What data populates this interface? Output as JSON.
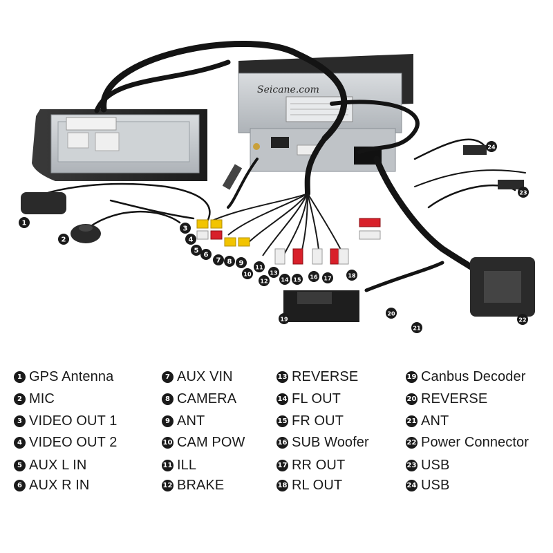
{
  "brand": {
    "watermark": "Seicane.com"
  },
  "colors": {
    "cable": "#141414",
    "unit_silver": "#c4c8cc",
    "rca_yellow": "#f2c400",
    "rca_red": "#d8202a",
    "rca_white": "#eeeeee",
    "callout_bg": "#1a1a1a"
  },
  "legend": [
    {
      "num": "1",
      "label": "GPS Antenna"
    },
    {
      "num": "2",
      "label": "MIC"
    },
    {
      "num": "3",
      "label": "VIDEO OUT 1"
    },
    {
      "num": "4",
      "label": "VIDEO OUT 2"
    },
    {
      "num": "5",
      "label": "AUX L IN"
    },
    {
      "num": "6",
      "label": "AUX R IN"
    },
    {
      "num": "7",
      "label": "AUX VIN"
    },
    {
      "num": "8",
      "label": "CAMERA"
    },
    {
      "num": "9",
      "label": "ANT"
    },
    {
      "num": "10",
      "label": "CAM POW"
    },
    {
      "num": "11",
      "label": "ILL"
    },
    {
      "num": "12",
      "label": "BRAKE"
    },
    {
      "num": "13",
      "label": "REVERSE"
    },
    {
      "num": "14",
      "label": "FL OUT"
    },
    {
      "num": "15",
      "label": "FR OUT"
    },
    {
      "num": "16",
      "label": "SUB Woofer"
    },
    {
      "num": "17",
      "label": "RR OUT"
    },
    {
      "num": "18",
      "label": "RL OUT"
    },
    {
      "num": "19",
      "label": "Canbus Decoder"
    },
    {
      "num": "20",
      "label": "REVERSE"
    },
    {
      "num": "21",
      "label": "ANT"
    },
    {
      "num": "22",
      "label": "Power Connector"
    },
    {
      "num": "23",
      "label": "USB"
    },
    {
      "num": "24",
      "label": "USB"
    }
  ],
  "callouts": [
    "1",
    "2",
    "3",
    "4",
    "5",
    "6",
    "7",
    "8",
    "9",
    "10",
    "11",
    "12",
    "13",
    "14",
    "15",
    "16",
    "17",
    "18",
    "19",
    "20",
    "21",
    "22",
    "23",
    "24"
  ]
}
